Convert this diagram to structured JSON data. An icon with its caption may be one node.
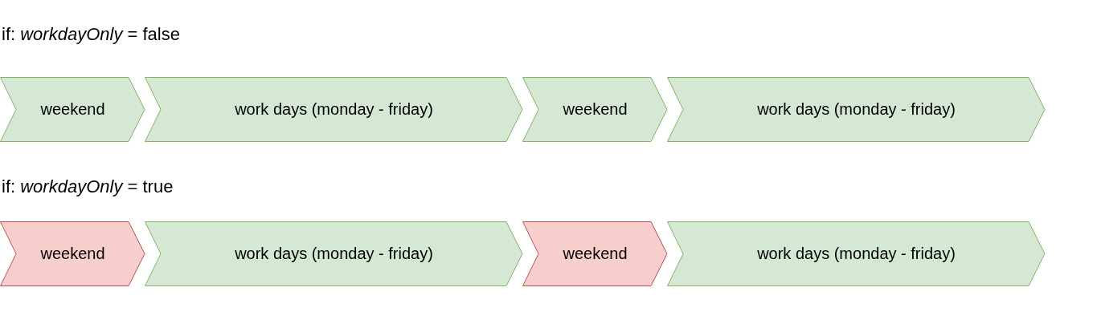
{
  "diagram": {
    "nodes": [
      {
        "text": [
          "weekend"
        ]
      },
      {
        "text": [
          "work days (monday - friday)"
        ]
      },
      {
        "text": [
          "weekend"
        ]
      },
      {
        "text": [
          "work days (monday - friday)"
        ]
      },
      {
        "text": [
          "weekend"
        ]
      },
      {
        "text": [
          "work days (monday - friday)"
        ]
      },
      {
        "text": [
          "weekend"
        ]
      },
      {
        "text": [
          "work days (monday - friday)"
        ]
      }
    ],
    "labels": [
      "if: *workdayOnly* = false",
      "if: *workdayOnly* = true"
    ]
  }
}
